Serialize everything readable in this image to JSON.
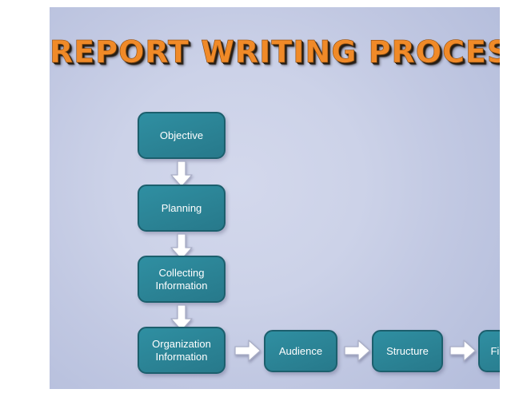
{
  "slide": {
    "title": "REPORT WRITING PROCESS",
    "title_color": "#f08a28",
    "background_color": "#c6cde6",
    "box_fill_color": "#2b8395",
    "box_border_color": "#1c5f6d",
    "box_text_color": "#ffffff",
    "arrow_fill_color": "#ffffff",
    "arrow_border_color": "#a9aec6"
  },
  "flow": {
    "vertical_steps": [
      {
        "label": "Objective",
        "lines": [
          "Objective"
        ]
      },
      {
        "label": "Planning",
        "lines": [
          "Planning"
        ]
      },
      {
        "label": "Collecting Information",
        "lines": [
          "Collecting",
          "Information"
        ]
      },
      {
        "label": "Organization Information",
        "lines": [
          "Organization",
          "Information"
        ]
      }
    ],
    "horizontal_steps": [
      {
        "label": "Audience",
        "lines": [
          "Audience"
        ]
      },
      {
        "label": "Structure",
        "lines": [
          "Structure"
        ]
      },
      {
        "label": "Finishing",
        "lines": [
          "Finishing"
        ]
      }
    ],
    "connectors": [
      {
        "name": "arrow-down-objective-to-planning",
        "direction": "down"
      },
      {
        "name": "arrow-down-planning-to-collecting",
        "direction": "down"
      },
      {
        "name": "arrow-down-collecting-to-organization",
        "direction": "down"
      },
      {
        "name": "arrow-right-organization-to-audience",
        "direction": "right"
      },
      {
        "name": "arrow-right-audience-to-structure",
        "direction": "right"
      },
      {
        "name": "arrow-right-structure-to-finishing",
        "direction": "right"
      }
    ]
  }
}
